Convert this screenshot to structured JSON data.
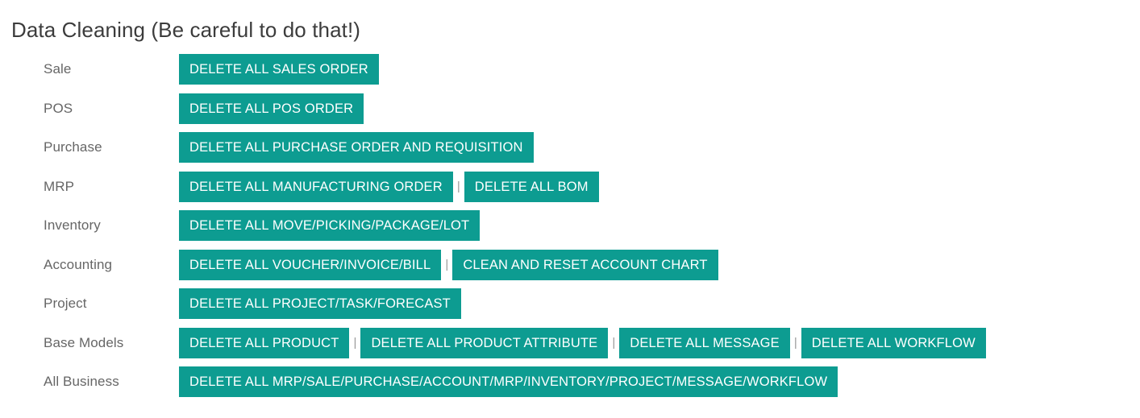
{
  "page": {
    "title": "Data Cleaning (Be careful to do that!)",
    "background_color": "#ffffff",
    "accent_color": "#0d9c91",
    "label_color": "#666666",
    "title_color": "#3c3c3c",
    "separator_glyph": "|"
  },
  "rows": [
    {
      "label": "Sale",
      "buttons": [
        {
          "label": "DELETE ALL SALES ORDER",
          "name": "delete-all-sales-order-button"
        }
      ]
    },
    {
      "label": "POS",
      "buttons": [
        {
          "label": "DELETE ALL POS ORDER",
          "name": "delete-all-pos-order-button"
        }
      ]
    },
    {
      "label": "Purchase",
      "buttons": [
        {
          "label": "DELETE ALL PURCHASE ORDER AND REQUISITION",
          "name": "delete-all-purchase-order-and-requisition-button"
        }
      ]
    },
    {
      "label": "MRP",
      "buttons": [
        {
          "label": "DELETE ALL MANUFACTURING ORDER",
          "name": "delete-all-manufacturing-order-button"
        },
        {
          "label": "DELETE ALL BOM",
          "name": "delete-all-bom-button"
        }
      ]
    },
    {
      "label": "Inventory",
      "buttons": [
        {
          "label": "DELETE ALL MOVE/PICKING/PACKAGE/LOT",
          "name": "delete-all-move-picking-package-lot-button"
        }
      ]
    },
    {
      "label": "Accounting",
      "buttons": [
        {
          "label": "DELETE ALL VOUCHER/INVOICE/BILL",
          "name": "delete-all-voucher-invoice-bill-button"
        },
        {
          "label": "CLEAN AND RESET ACCOUNT CHART",
          "name": "clean-and-reset-account-chart-button"
        }
      ]
    },
    {
      "label": "Project",
      "buttons": [
        {
          "label": "DELETE ALL PROJECT/TASK/FORECAST",
          "name": "delete-all-project-task-forecast-button"
        }
      ]
    },
    {
      "label": "Base Models",
      "buttons": [
        {
          "label": "DELETE ALL PRODUCT",
          "name": "delete-all-product-button"
        },
        {
          "label": "DELETE ALL PRODUCT ATTRIBUTE",
          "name": "delete-all-product-attribute-button"
        },
        {
          "label": "DELETE ALL MESSAGE",
          "name": "delete-all-message-button"
        },
        {
          "label": "DELETE ALL WORKFLOW",
          "name": "delete-all-workflow-button"
        }
      ]
    },
    {
      "label": "All Business",
      "buttons": [
        {
          "label": "DELETE ALL MRP/SALE/PURCHASE/ACCOUNT/MRP/INVENTORY/PROJECT/MESSAGE/WORKFLOW",
          "name": "delete-all-business-button"
        }
      ]
    }
  ]
}
